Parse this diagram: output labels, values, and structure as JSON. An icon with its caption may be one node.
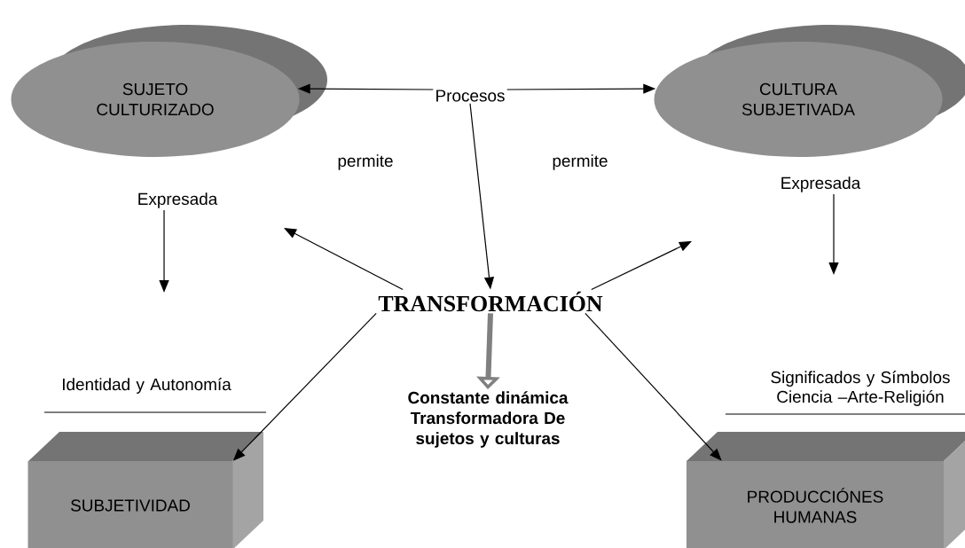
{
  "diagram": {
    "nodes": [
      {
        "text": [
          "SUJETO CULTURIZADO"
        ]
      },
      {
        "text": [
          "CULTURA SUBJETIVADA"
        ]
      },
      {
        "text": [
          "Procesos"
        ]
      },
      {
        "text": [
          "TRANSFORMACIÓN"
        ]
      },
      {
        "text": [
          "Constante dinámica Transformadora De sujetos y culturas"
        ]
      },
      {
        "text": [
          "SUBJETIVIDAD"
        ]
      },
      {
        "text": [
          "PRODUCCIÓNES HUMANAS"
        ]
      },
      {
        "text": [
          "Expresada"
        ]
      },
      {
        "text": [
          "Expresada"
        ]
      }
    ],
    "edges": [
      {
        "from": 2,
        "to": 0,
        "arrow": "to"
      },
      {
        "from": 2,
        "to": 1,
        "arrow": "to"
      },
      {
        "from": 2,
        "to": 3,
        "arrow": "to"
      },
      {
        "from": 3,
        "to": null,
        "arrow": "to"
      },
      {
        "from": 3,
        "to": null,
        "arrow": "to"
      },
      {
        "from": 7,
        "to": null,
        "arrow": "to"
      },
      {
        "from": 8,
        "to": null,
        "arrow": "to"
      },
      {
        "from": 3,
        "to": 4,
        "arrow": "to",
        "style": "thick",
        "color": "#808080"
      },
      {
        "from": 3,
        "to": 5,
        "arrow": "to"
      },
      {
        "from": 3,
        "to": 6,
        "arrow": "to"
      }
    ],
    "labels": [
      "permite",
      "permite",
      "Identidad y Autonomía",
      "Significados y Símbolos Ciencia –Arte-Religión"
    ]
  }
}
